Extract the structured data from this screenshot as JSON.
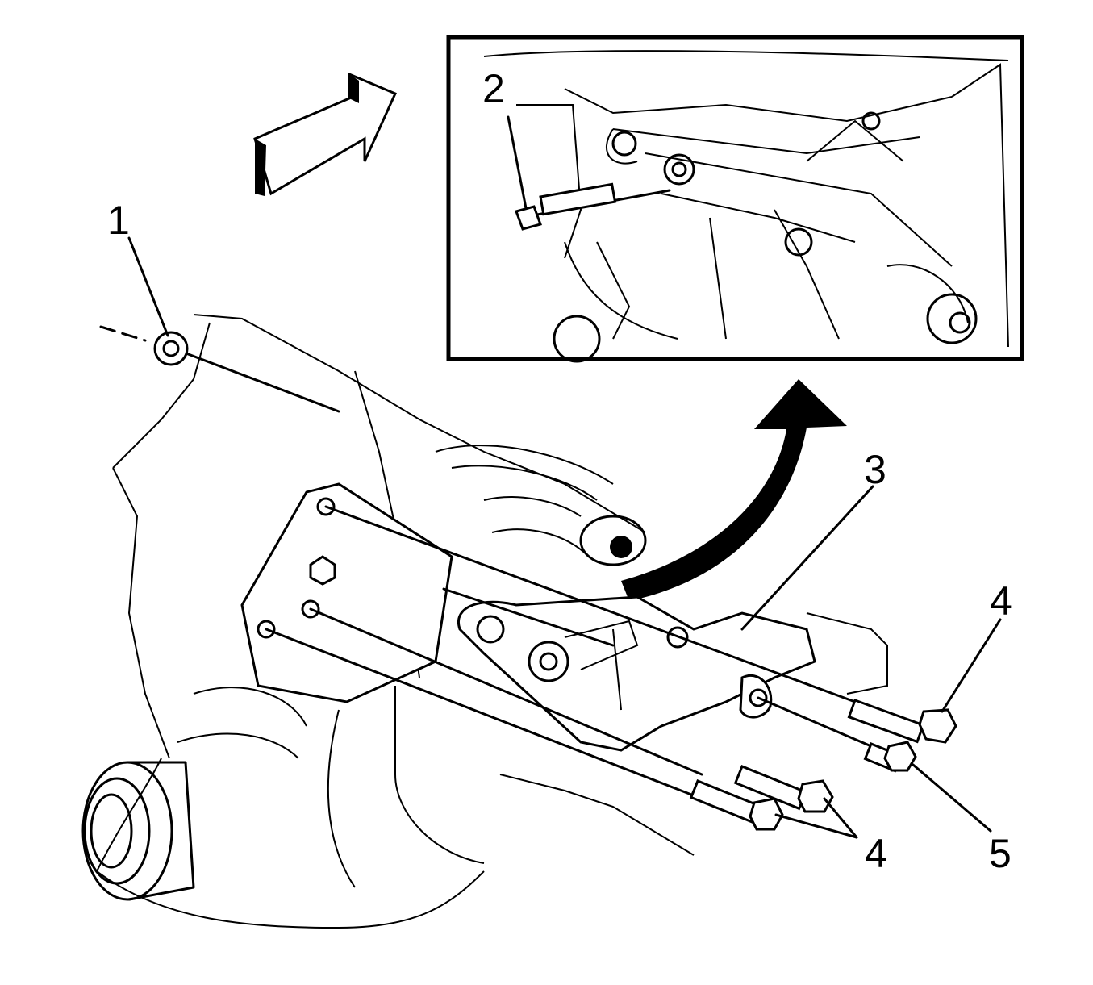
{
  "callouts": {
    "c1": "1",
    "c2": "2",
    "c3": "3",
    "c4a": "4",
    "c4b": "4",
    "c5": "5"
  },
  "colors": {
    "line": "#000000",
    "background": "#ffffff"
  },
  "icons": [
    "direction-arrow-icon",
    "curved-arrow-icon"
  ]
}
